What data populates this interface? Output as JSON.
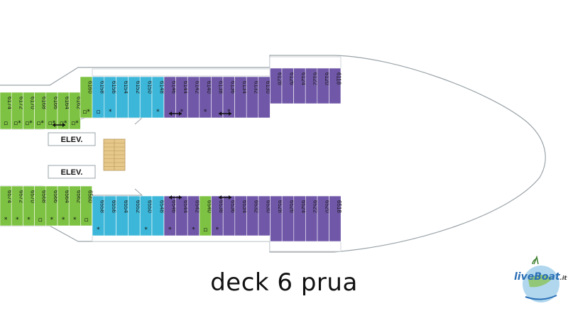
{
  "title": "deck 6 prua",
  "elevator_label": "ELEV.",
  "logo": {
    "brand": "liveBoat",
    "tld": ".it"
  },
  "colors": {
    "green": "#7dc242",
    "blue": "#3cb7d9",
    "purple": "#7057a8",
    "hull_stroke": "#9aa3a8",
    "stairs": "#e6c88a"
  },
  "top_rows": [
    {
      "color": "green",
      "cabins": [
        {
          "num": "6174",
          "marks": "▫"
        },
        {
          "num": "6172",
          "marks": "▫*"
        },
        {
          "num": "6170",
          "marks": "▫*"
        },
        {
          "num": "6168",
          "marks": "▫*"
        },
        {
          "num": "6166",
          "marks": "▫*"
        },
        {
          "num": "6164",
          "marks": "▫*"
        },
        {
          "num": "6162",
          "marks": "▫*"
        }
      ]
    },
    {
      "color": "green",
      "cabins": [
        {
          "num": "6160",
          "marks": "▫*"
        }
      ]
    },
    {
      "color": "blue",
      "cabins": [
        {
          "num": "6158",
          "marks": "▫"
        },
        {
          "num": "6156",
          "marks": "*"
        },
        {
          "num": "6154",
          "marks": ""
        },
        {
          "num": "6152",
          "marks": ""
        },
        {
          "num": "6150",
          "marks": ""
        },
        {
          "num": "6148",
          "marks": "*"
        }
      ]
    },
    {
      "color": "purple",
      "cabins": [
        {
          "num": "6146",
          "marks": ""
        },
        {
          "num": "6144",
          "marks": "*"
        },
        {
          "num": "6142",
          "marks": ""
        },
        {
          "num": "6140",
          "marks": "*"
        },
        {
          "num": "6138",
          "marks": ""
        },
        {
          "num": "6136",
          "marks": "*"
        },
        {
          "num": "6134",
          "marks": ""
        },
        {
          "num": "6132",
          "marks": ""
        },
        {
          "num": "6130",
          "marks": ""
        },
        {
          "num": "6128",
          "marks": ""
        },
        {
          "num": "6126",
          "marks": ""
        },
        {
          "num": "6124",
          "marks": ""
        },
        {
          "num": "6122",
          "marks": ""
        },
        {
          "num": "6120",
          "marks": ""
        },
        {
          "num": "6118",
          "marks": ""
        }
      ]
    }
  ],
  "bottom_rows": [
    {
      "color": "green",
      "cabins": [
        {
          "num": "6574",
          "marks": "*"
        },
        {
          "num": "6572",
          "marks": "*"
        },
        {
          "num": "6570",
          "marks": "*"
        },
        {
          "num": "6568",
          "marks": "▫"
        },
        {
          "num": "6566",
          "marks": "*"
        },
        {
          "num": "6564",
          "marks": "*"
        },
        {
          "num": "6562",
          "marks": "*"
        },
        {
          "num": "6560",
          "marks": "▫"
        }
      ]
    },
    {
      "color": "blue",
      "cabins": [
        {
          "num": "6558",
          "marks": "*"
        },
        {
          "num": "6556",
          "marks": ""
        },
        {
          "num": "6554",
          "marks": ""
        },
        {
          "num": "6552",
          "marks": ""
        },
        {
          "num": "6550",
          "marks": "*"
        },
        {
          "num": "6548",
          "marks": ""
        }
      ]
    },
    {
      "color": "purple",
      "cabins": [
        {
          "num": "6546",
          "marks": "*"
        },
        {
          "num": "6544",
          "marks": ""
        },
        {
          "num": "6542",
          "marks": "*"
        }
      ]
    },
    {
      "color": "green",
      "cabins": [
        {
          "num": "6540",
          "marks": "▫"
        }
      ]
    },
    {
      "color": "purple",
      "cabins": [
        {
          "num": "6538",
          "marks": "*"
        },
        {
          "num": "6536",
          "marks": ""
        },
        {
          "num": "6534",
          "marks": ""
        },
        {
          "num": "6532",
          "marks": ""
        },
        {
          "num": "6530",
          "marks": ""
        },
        {
          "num": "6528",
          "marks": ""
        },
        {
          "num": "6526",
          "marks": ""
        },
        {
          "num": "6524",
          "marks": ""
        },
        {
          "num": "6522",
          "marks": ""
        },
        {
          "num": "6520",
          "marks": ""
        },
        {
          "num": "6518",
          "marks": ""
        }
      ]
    }
  ]
}
